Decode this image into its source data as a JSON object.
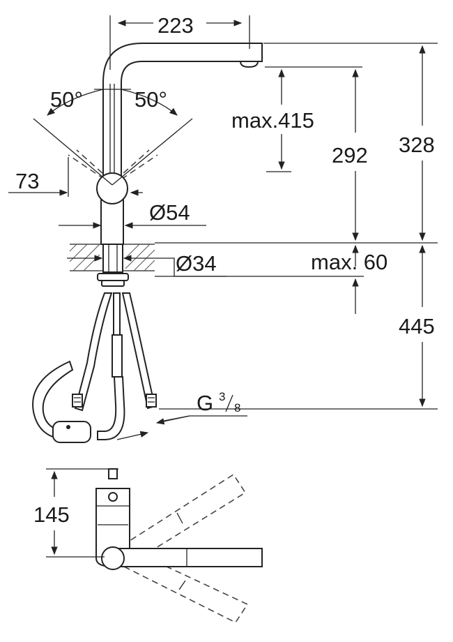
{
  "labels": {
    "spout_reach": "223",
    "swivel_left": "50°",
    "swivel_right": "50°",
    "head_offset": "73",
    "base_diameter": "Ø54",
    "mount_hole": "Ø34",
    "pull_out": "max.415",
    "spout_clearance": "292",
    "total_height": "328",
    "deck_thickness": "max. 60",
    "hose_length": "445",
    "connection_base": "G",
    "connection_fraction_num": "3",
    "connection_fraction_den": "8",
    "top_view_depth": "145"
  }
}
